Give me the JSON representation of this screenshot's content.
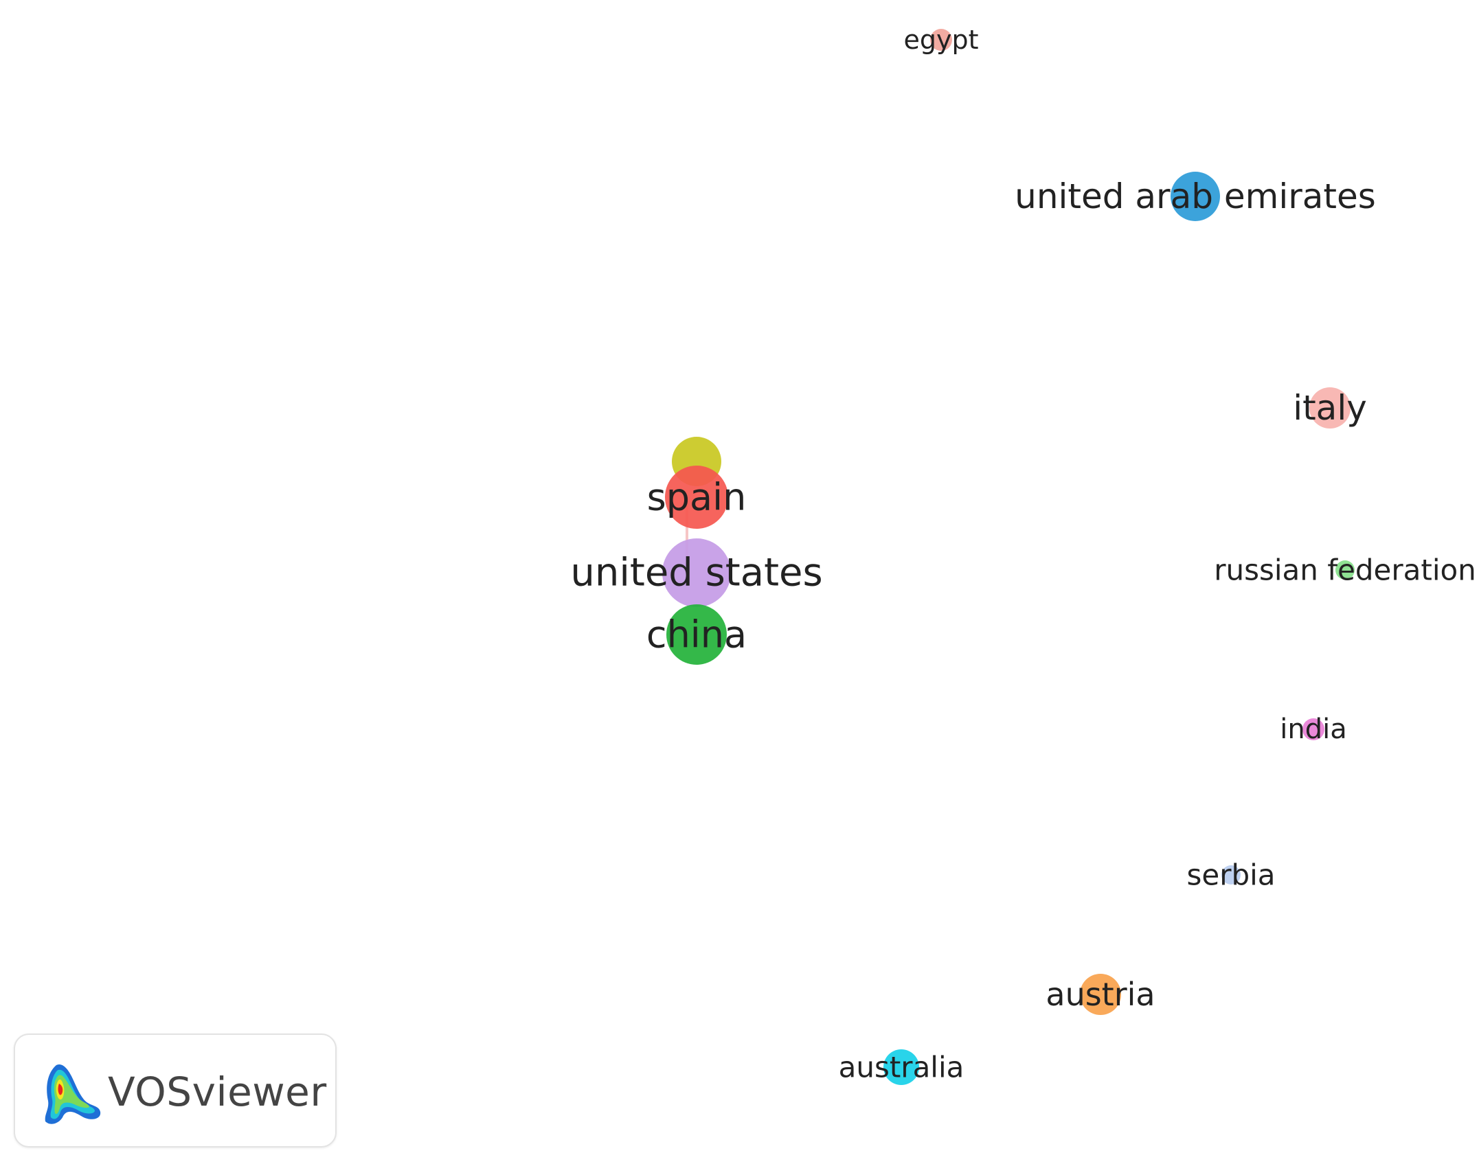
{
  "network": {
    "nodes": [
      {
        "id": "egypt",
        "label": "egypt",
        "color": "#f2a49a",
        "importance": 1
      },
      {
        "id": "uae",
        "label": "united arab emirates",
        "color": "#2b9bd8",
        "importance": 3
      },
      {
        "id": "italy",
        "label": "italy",
        "color": "#f7b2ae",
        "importance": 2
      },
      {
        "id": "yellow-cluster",
        "label": "",
        "color": "#c9c821",
        "importance": 3
      },
      {
        "id": "spain",
        "label": "spain",
        "color": "#f5574f",
        "importance": 4
      },
      {
        "id": "united-states",
        "label": "united states",
        "color": "#c49be6",
        "importance": 5
      },
      {
        "id": "china",
        "label": "china",
        "color": "#23b23a",
        "importance": 4
      },
      {
        "id": "russian-federation",
        "label": "russian federation",
        "color": "#86e08a",
        "importance": 1
      },
      {
        "id": "india",
        "label": "india",
        "color": "#e87fd6",
        "importance": 1
      },
      {
        "id": "serbia",
        "label": "serbia",
        "color": "#b9cdf0",
        "importance": 1
      },
      {
        "id": "austria",
        "label": "austria",
        "color": "#f8a24c",
        "importance": 2
      },
      {
        "id": "australia",
        "label": "australia",
        "color": "#17d0e8",
        "importance": 2
      }
    ],
    "links": [
      {
        "source": "spain",
        "target": "united-states",
        "color": "#f6c6c6"
      }
    ]
  },
  "brand": {
    "name": "VOSviewer"
  }
}
